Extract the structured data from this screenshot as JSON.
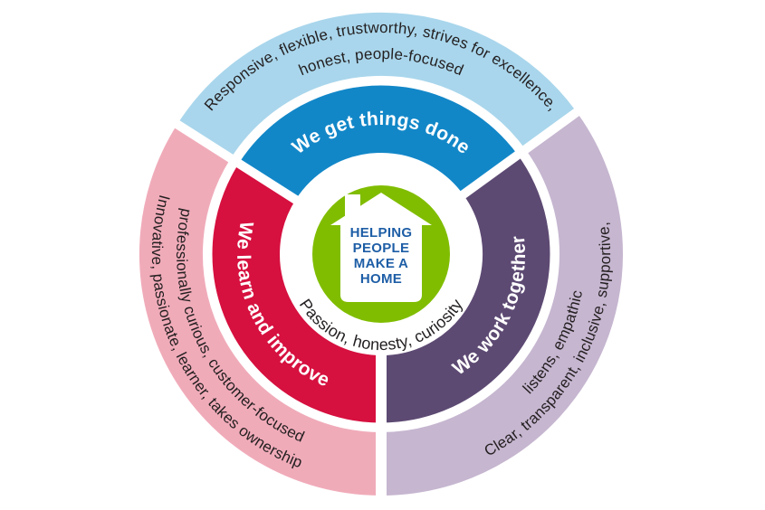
{
  "colors": {
    "background": "#ffffff",
    "light_blue": "#a9d6ec",
    "blue": "#1287c8",
    "red": "#d6103f",
    "pink": "#f0abb9",
    "purple": "#5d4a73",
    "lavender": "#c6b6d0",
    "green": "#80bd01",
    "white": "#ffffff",
    "heading_blue": "#1e5ea6",
    "dark_text": "#231f20"
  },
  "center": {
    "heading_lines": [
      "HELPING",
      "PEOPLE",
      "MAKE A",
      "HOME"
    ],
    "values_text": "Passion, honesty, curiosity"
  },
  "segments": {
    "top": {
      "label": "We get things done",
      "outer_text_line1": "Responsive, flexible, trustworthy, strives for excellence,",
      "outer_text_line2": "honest, people-focused"
    },
    "left": {
      "label": "We learn and improve",
      "outer_text_line1": "Innovative, passionate, learner, takes ownership",
      "outer_text_line2": "professionally curious, customer-focused"
    },
    "right": {
      "label": "We work together",
      "outer_text_line1": "Clear, transparent, inclusive, supportive,",
      "outer_text_line2": "listens, empathic"
    }
  }
}
